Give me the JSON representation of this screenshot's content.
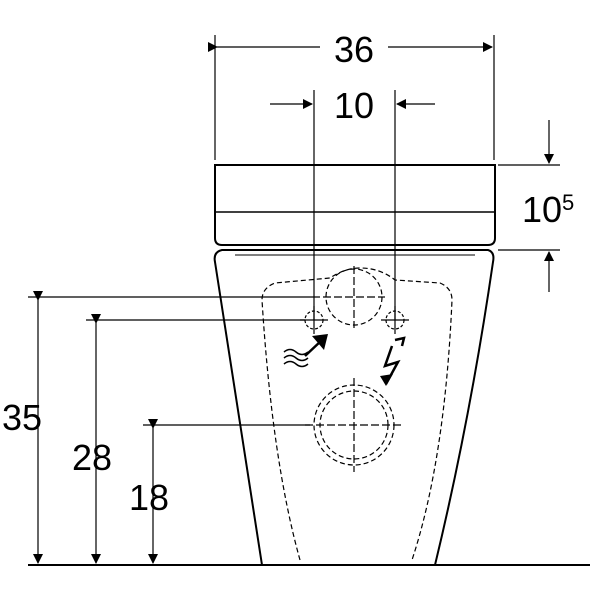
{
  "dimensions": {
    "overall_width": "36",
    "connection_spacing": "10",
    "lid_height_main": "10",
    "lid_height_sup": "5",
    "height_top": "35",
    "height_middle": "28",
    "height_bottom": "18"
  },
  "icons": {
    "water_supply": "water-wave-arrow-icon",
    "electric_supply": "lightning-bolt-icon"
  }
}
